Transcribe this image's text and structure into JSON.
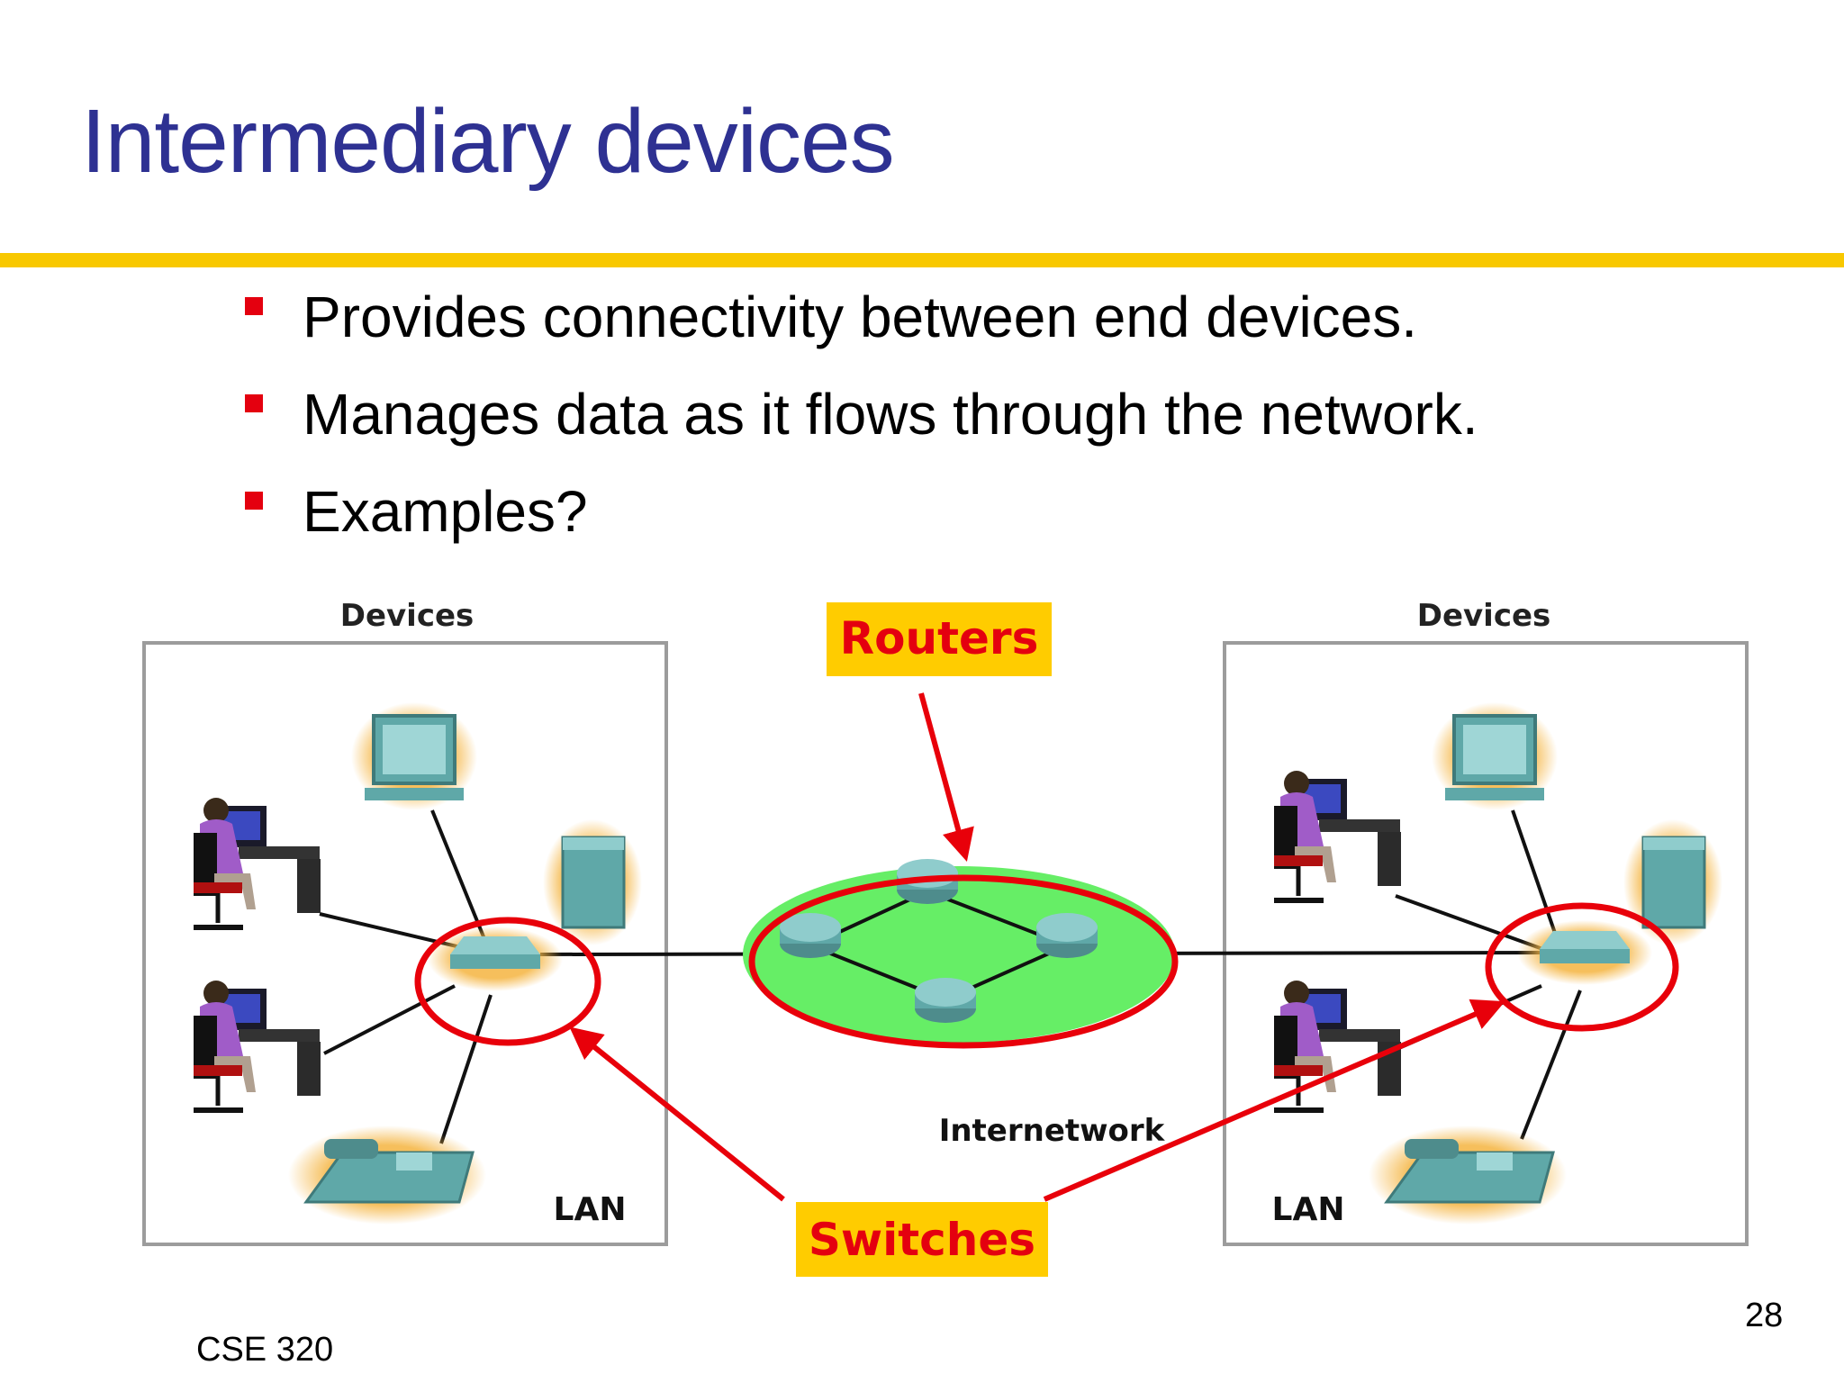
{
  "slide": {
    "title": "Intermediary devices",
    "bullets": [
      "Provides connectivity between end devices.",
      "Manages data as it flows through the network.",
      "Examples?"
    ],
    "footer_left": "CSE 320",
    "page_number": "28"
  },
  "diagram": {
    "left_header": "Devices",
    "right_header": "Devices",
    "left_lan_label": "LAN",
    "right_lan_label": "LAN",
    "internetwork_label": "Internetwork",
    "callout_routers": "Routers",
    "callout_switches": "Switches"
  },
  "colors": {
    "title": "#2e3192",
    "rule": "#f8c800",
    "bullet": "#e4000f",
    "callout_bg": "#ffcc00",
    "callout_text": "#e4000f",
    "highlight": "#e8000a",
    "cloud": "#66ee66",
    "device": "#5fa8a8"
  }
}
